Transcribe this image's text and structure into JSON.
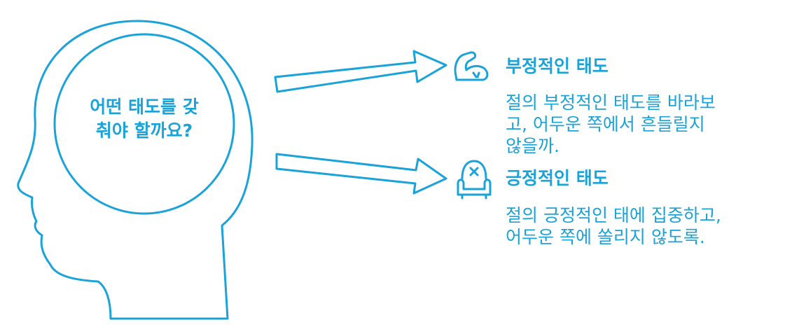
{
  "question": {
    "lines": [
      "어떤 태도를 갖",
      "춰야 할까요?"
    ]
  },
  "options": [
    {
      "icon": "flexed-arm-icon",
      "title": "부정적인 태도",
      "description_lines": [
        "절의 부정적인 태도를 바라보",
        "고, 어두운 쪽에서 흔들릴지",
        "않을까."
      ]
    },
    {
      "icon": "armchair-icon",
      "title": "긍정적인 태도",
      "description_lines": [
        "절의 긍정적인 태에 집중하고,",
        "어두운 쪽에 쏠리지 않도록."
      ]
    }
  ],
  "colors": {
    "accent": "#1aa3d9",
    "background": "#ffffff"
  }
}
